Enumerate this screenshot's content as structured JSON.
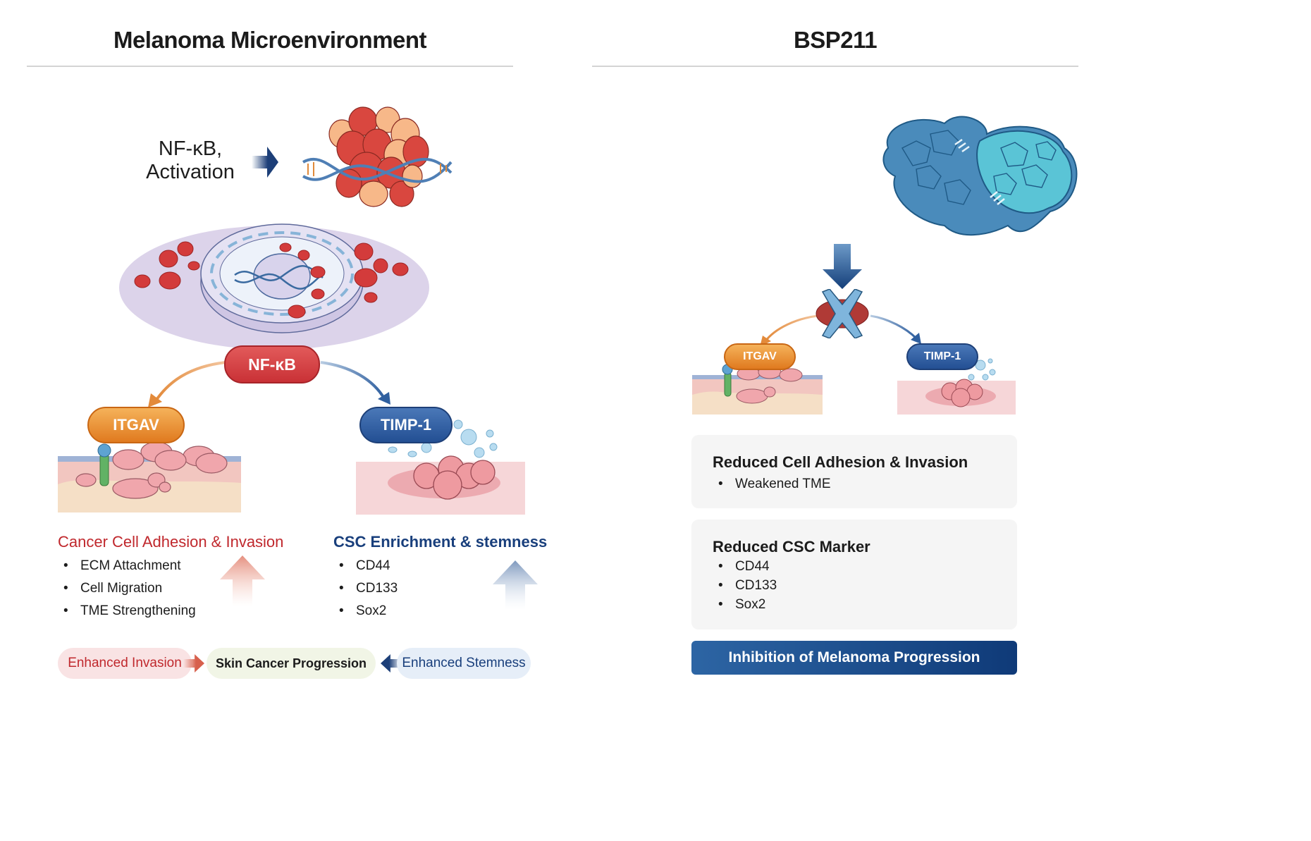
{
  "left_panel": {
    "title": "Melanoma Microenvironment",
    "activation_label_line1": "NF-κB,",
    "activation_label_line2": "Activation",
    "central_node": "NF-κB",
    "itgav_label": "ITGAV",
    "timp_label": "TIMP-1",
    "adhesion": {
      "heading": "Cancer Cell Adhesion & Invasion",
      "items": [
        "ECM Attachment",
        "Cell Migration",
        "TME Strengthening"
      ]
    },
    "csc": {
      "heading": "CSC Enrichment & stemness",
      "items": [
        "CD44",
        "CD133",
        "Sox2"
      ]
    },
    "flow": {
      "left": "Enhanced Invasion",
      "center": "Skin Cancer Progression",
      "right": "Enhanced Stemness"
    }
  },
  "right_panel": {
    "title": "BSP211",
    "itgav_label": "ITGAV",
    "timp_label": "TIMP-1",
    "cards": [
      {
        "heading": "Reduced Cell Adhesion & Invasion",
        "items": [
          "Weakened TME"
        ]
      },
      {
        "heading": "Reduced CSC Marker",
        "items": [
          "CD44",
          "CD133",
          "Sox2"
        ]
      }
    ],
    "result_banner": "Inhibition of Melanoma Progression"
  },
  "bullet_char": "•",
  "colors": {
    "red_accent": "#c0282d",
    "blue_accent": "#193f7c",
    "orange_accent": "#e07a1f",
    "banner_blue": "#1f4f8f"
  }
}
